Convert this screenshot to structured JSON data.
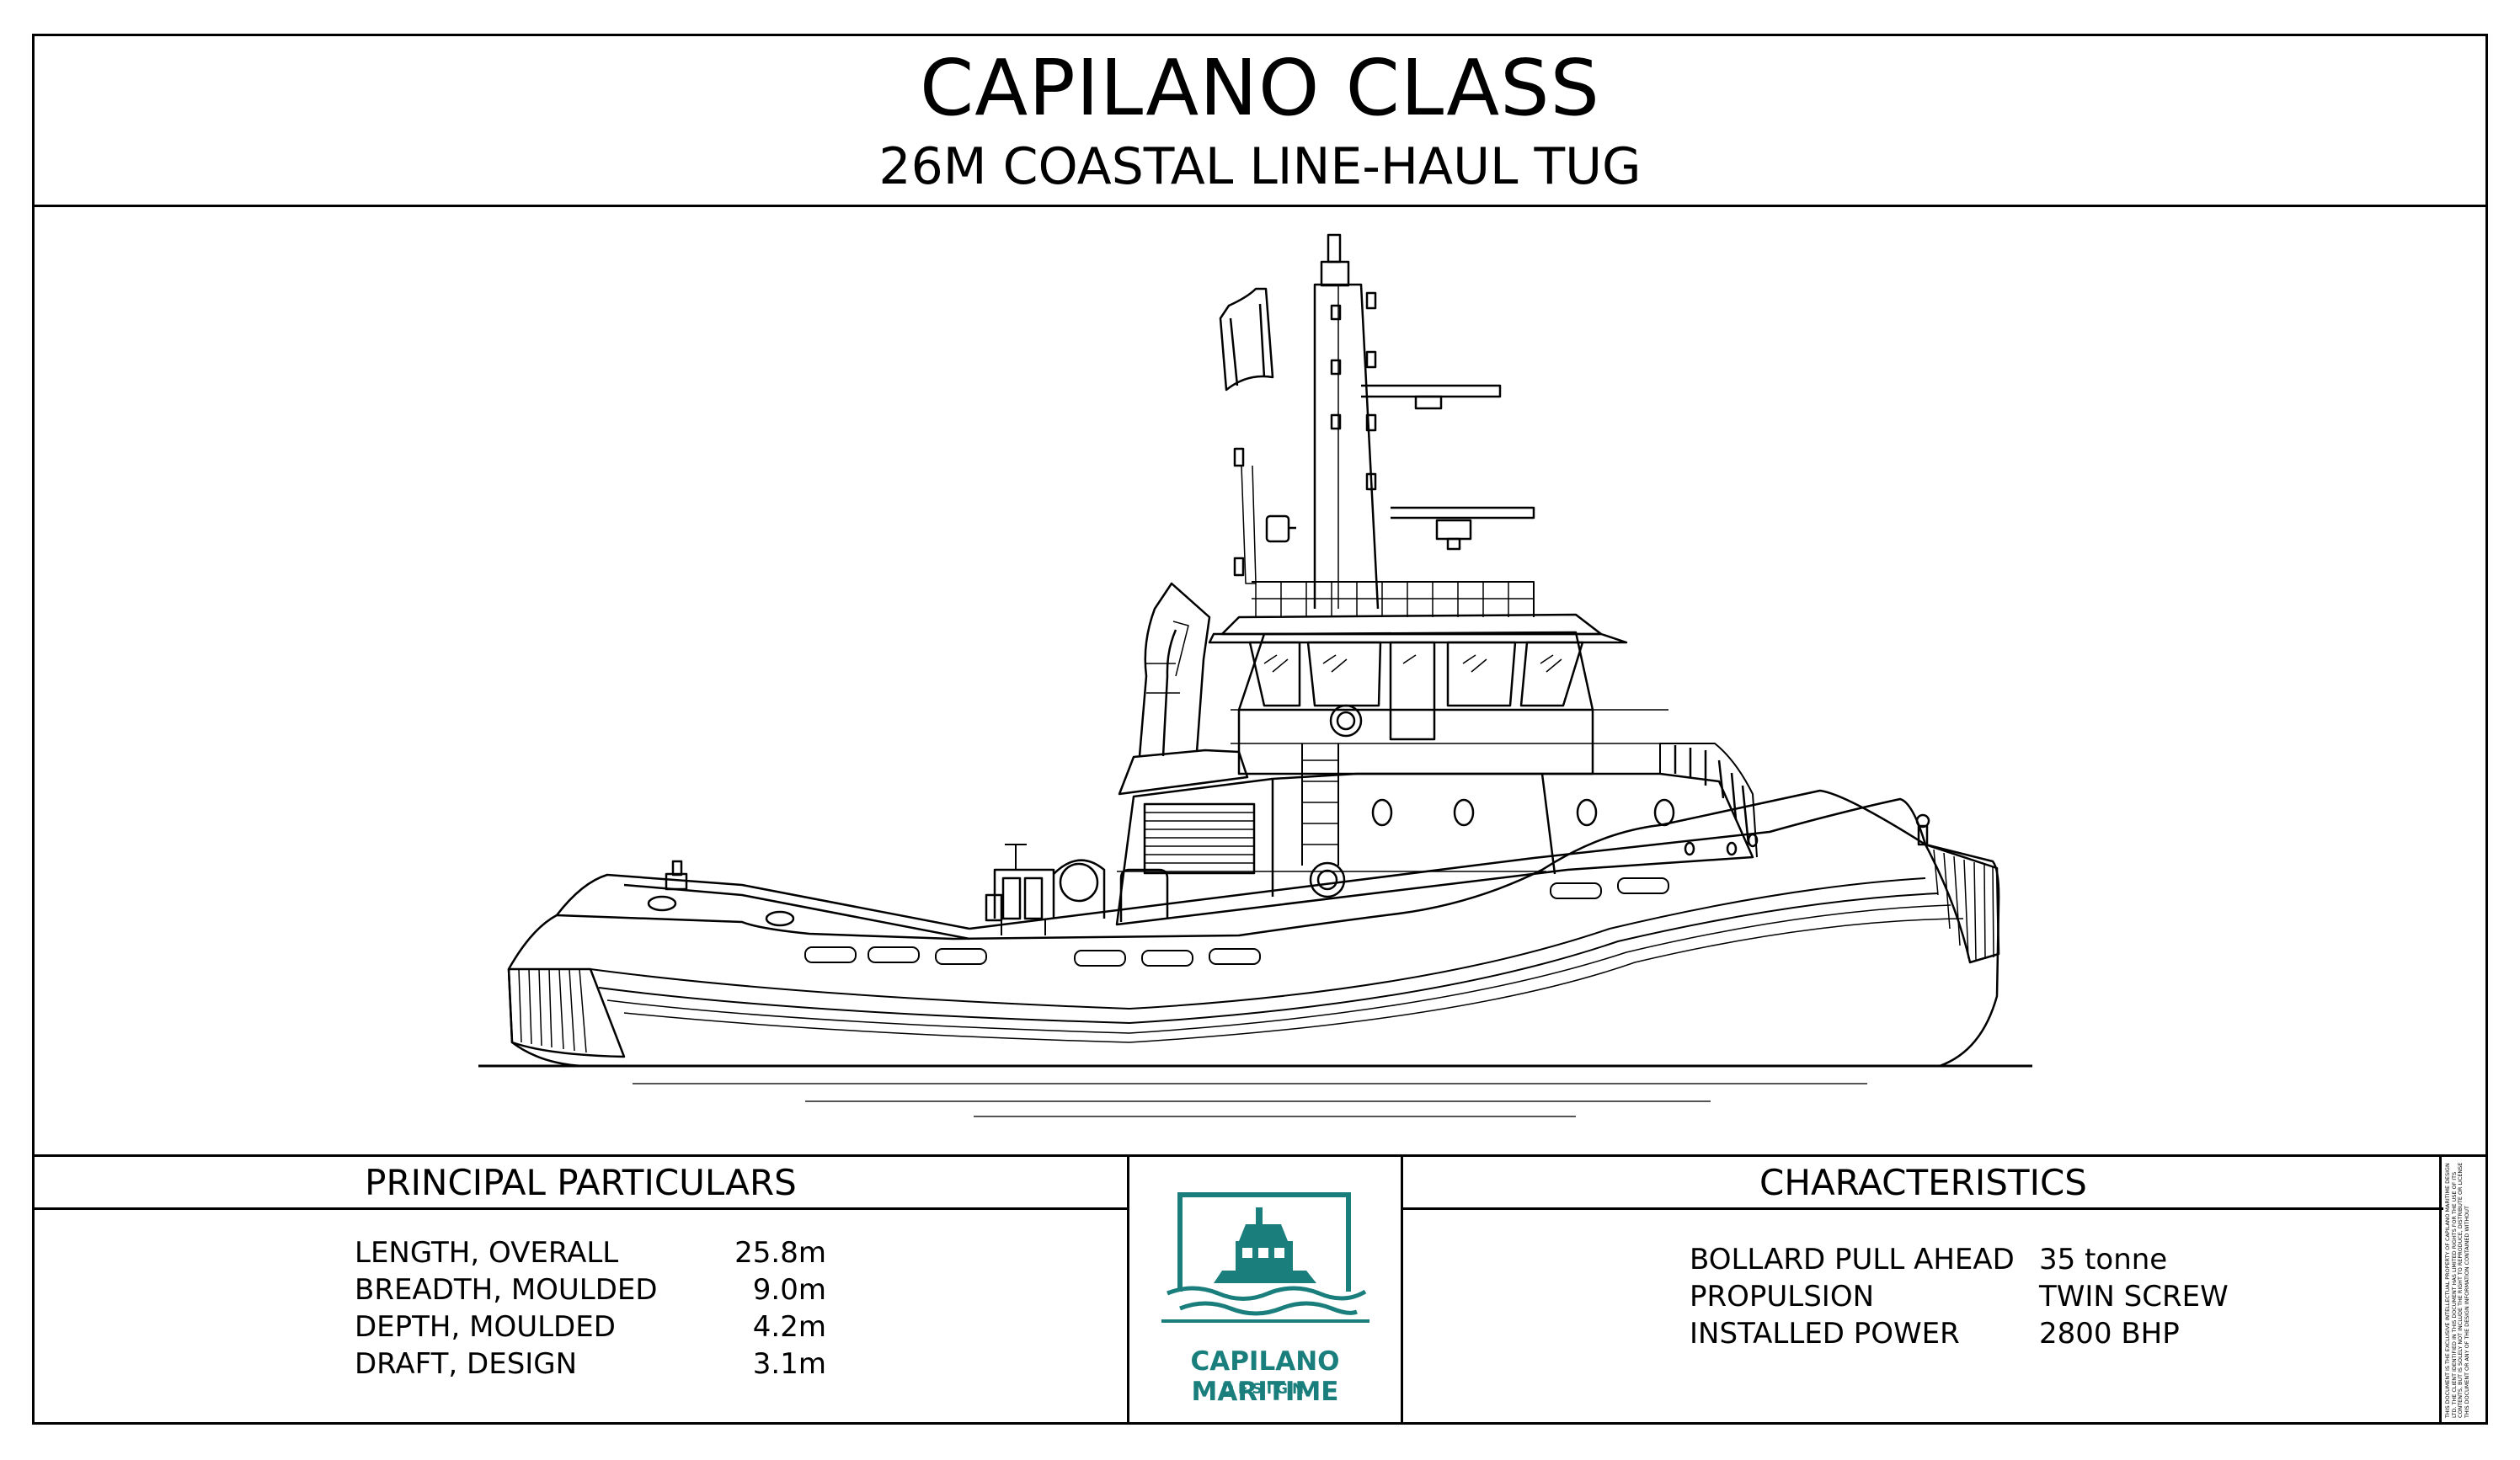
{
  "title": "CAPILANO CLASS",
  "subtitle": "26M COASTAL LINE-HAUL TUG",
  "drawing": {
    "subject": "tug-profile",
    "line_color": "#000000",
    "wake_color": "#555555"
  },
  "principal_particulars": {
    "heading": "PRINCIPAL PARTICULARS",
    "rows": [
      {
        "label": "LENGTH, OVERALL",
        "value": "25.8m"
      },
      {
        "label": "BREADTH, MOULDED",
        "value": "9.0m"
      },
      {
        "label": "DEPTH, MOULDED",
        "value": "4.2m"
      },
      {
        "label": "DRAFT, DESIGN",
        "value": "3.1m"
      }
    ]
  },
  "logo": {
    "name": "CAPILANO MARITIME",
    "sub": "DESIGN",
    "color": "#1a7f7c"
  },
  "characteristics": {
    "heading": "CHARACTERISTICS",
    "rows": [
      {
        "label": "BOLLARD PULL AHEAD",
        "value": "35 tonne"
      },
      {
        "label": "PROPULSION",
        "value": "TWIN SCREW"
      },
      {
        "label": "INSTALLED POWER",
        "value": "2800 BHP"
      }
    ]
  },
  "notes": "THIS DOCUMENT IS THE EXCLUSIVE INTELLECTUAL PROPERTY OF CAPILANO MARITIME DESIGN LTD. THE CLIENT IDENTIFIED IN THIS DOCUMENT HAS LIMITED RIGHTS FOR THE USE OF ITS CONTENTS, BUT IS SOLELY NOT INCLUDE THE RIGHT TO REPRODUCE, DISTRIBUTE OR LICENSE THIS DOCUMENT OR ANY OF THE DESIGN INFORMATION CONTAINED WITHOUT"
}
